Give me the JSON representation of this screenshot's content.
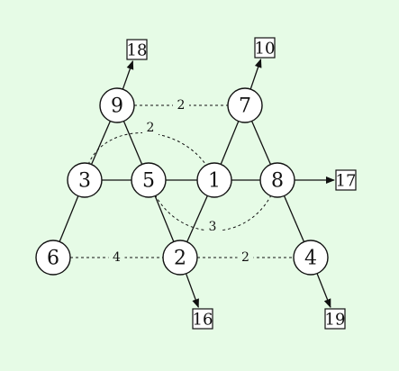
{
  "nodes": [
    {
      "id": "n9",
      "label": "9"
    },
    {
      "id": "n7",
      "label": "7"
    },
    {
      "id": "n3",
      "label": "3"
    },
    {
      "id": "n5",
      "label": "5"
    },
    {
      "id": "n1",
      "label": "1"
    },
    {
      "id": "n8",
      "label": "8"
    },
    {
      "id": "n6",
      "label": "6"
    },
    {
      "id": "n2",
      "label": "2"
    },
    {
      "id": "n4",
      "label": "4"
    }
  ],
  "outputs": [
    {
      "id": "o18",
      "label": "18"
    },
    {
      "id": "o10",
      "label": "10"
    },
    {
      "id": "o17",
      "label": "17"
    },
    {
      "id": "o16",
      "label": "16"
    },
    {
      "id": "o19",
      "label": "19"
    }
  ],
  "edges": [
    {
      "from": "n9",
      "to": "n3"
    },
    {
      "from": "n9",
      "to": "n5"
    },
    {
      "from": "n3",
      "to": "n5"
    },
    {
      "from": "n3",
      "to": "n6"
    },
    {
      "from": "n5",
      "to": "n1"
    },
    {
      "from": "n5",
      "to": "n2"
    },
    {
      "from": "n1",
      "to": "n8"
    },
    {
      "from": "n1",
      "to": "n7"
    },
    {
      "from": "n1",
      "to": "n2"
    },
    {
      "from": "n7",
      "to": "n8"
    },
    {
      "from": "n8",
      "to": "n4"
    }
  ],
  "arrows": [
    {
      "from": "n9",
      "to": "o18"
    },
    {
      "from": "n7",
      "to": "o10"
    },
    {
      "from": "n8",
      "to": "o17"
    },
    {
      "from": "n2",
      "to": "o16"
    },
    {
      "from": "n4",
      "to": "o19"
    }
  ],
  "dashed_edges": [
    {
      "from": "n9",
      "to": "n7",
      "label": "2"
    },
    {
      "from": "n6",
      "to": "n2",
      "label": "4"
    },
    {
      "from": "n2",
      "to": "n4",
      "label": "2"
    },
    {
      "from": "n3",
      "to": "n1",
      "label": "2",
      "curve": "arc"
    },
    {
      "from": "n5",
      "to": "n8",
      "label": "3",
      "curve": "arc"
    }
  ]
}
